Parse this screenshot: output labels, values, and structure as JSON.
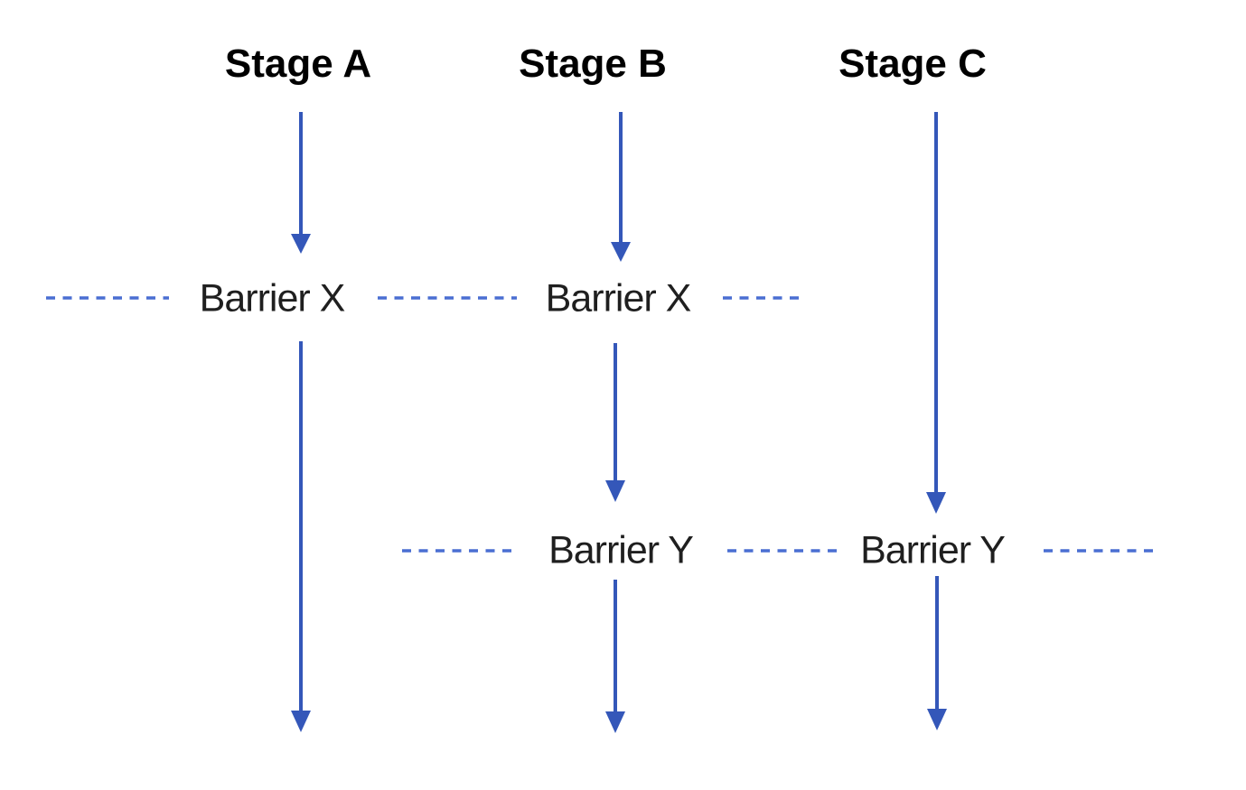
{
  "diagram": {
    "colors": {
      "background": "#ffffff",
      "arrow": "#3457b9",
      "dash": "#4a6ed2",
      "stage_text": "#000000",
      "barrier_text": "#1f1f1f"
    },
    "stages": [
      {
        "label": "Stage A"
      },
      {
        "label": "Stage B"
      },
      {
        "label": "Stage C"
      }
    ],
    "barrier_labels": [
      {
        "row": "X",
        "column": "A",
        "text": "Barrier X"
      },
      {
        "row": "X",
        "column": "B",
        "text": "Barrier X"
      },
      {
        "row": "Y",
        "column": "B",
        "text": "Barrier Y"
      },
      {
        "row": "Y",
        "column": "C",
        "text": "Barrier Y"
      }
    ]
  }
}
